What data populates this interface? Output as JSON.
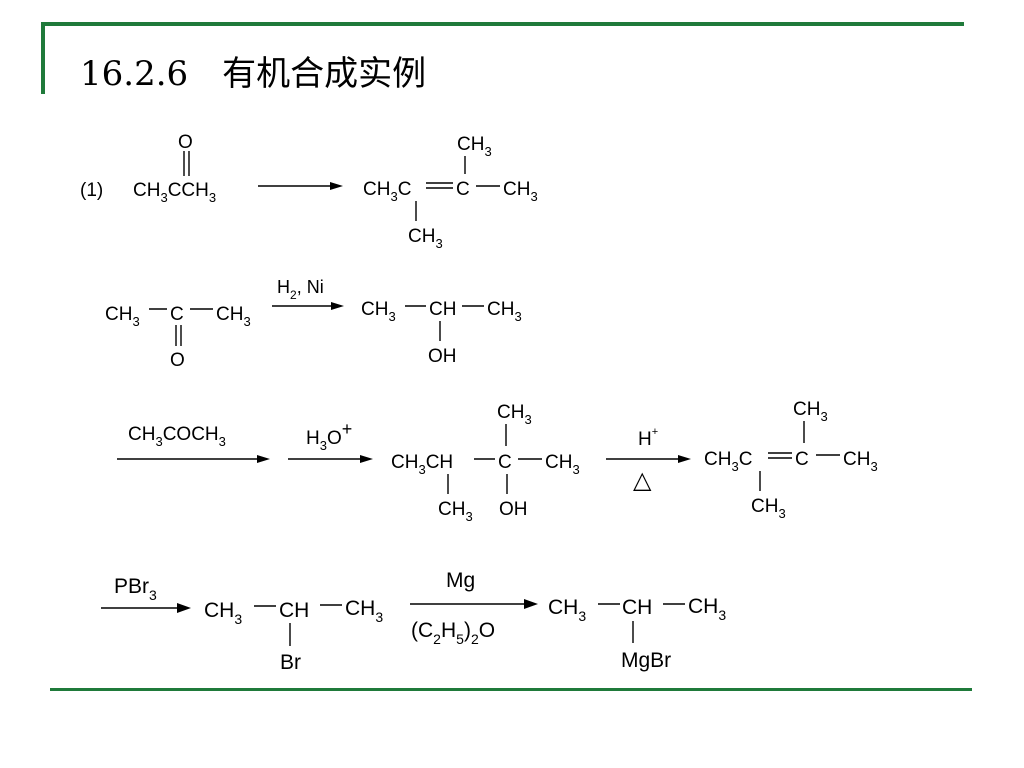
{
  "title": "16.2.6　有机合成实例",
  "scheme": {
    "step1": {
      "number": "(1)",
      "ketone_top_o": "O",
      "ketone": [
        "CH",
        "3",
        "CCH",
        "3"
      ],
      "alkene_top_ch": [
        "CH",
        "3"
      ],
      "alkene_left": [
        "CH",
        "3",
        "C"
      ],
      "alkene_center": "C",
      "alkene_right": [
        "CH",
        "3"
      ],
      "alkene_bottom_ch": [
        "CH",
        "3"
      ]
    },
    "step2": {
      "reagent": [
        "H",
        "2",
        ", Ni"
      ],
      "left_ch3": [
        "CH",
        "3"
      ],
      "carbonyl_c": "C",
      "right_ch3": [
        "CH",
        "3"
      ],
      "bottom_o": "O",
      "p_left": [
        "CH",
        "3"
      ],
      "p_ch": "CH",
      "p_right": [
        "CH",
        "3"
      ],
      "p_oh": "OH"
    },
    "step3": {
      "reagent1": [
        "CH",
        "3",
        "COCH",
        "3"
      ],
      "reagent2": [
        "H",
        "3",
        "O",
        "+"
      ],
      "a_top": [
        "CH",
        "3"
      ],
      "a_left": [
        "CH",
        "3",
        "CH"
      ],
      "a_center": "C",
      "a_right": [
        "CH",
        "3"
      ],
      "a_bottom_ch": [
        "CH",
        "3"
      ],
      "a_oh": "OH",
      "reagent3": [
        "H",
        "+"
      ],
      "heat_symbol": "△",
      "b_top": [
        "CH",
        "3"
      ],
      "b_left": [
        "CH",
        "3",
        "C"
      ],
      "b_center": "C",
      "b_right": [
        "CH",
        "3"
      ],
      "b_bottom": [
        "CH",
        "3"
      ]
    },
    "step4": {
      "reagent1": [
        "PBr",
        "3"
      ],
      "c_left": [
        "CH",
        "3"
      ],
      "c_ch": "CH",
      "c_right": [
        "CH",
        "3"
      ],
      "c_br": "Br",
      "reagent_top": "Mg",
      "reagent_bottom": [
        "(C",
        "2",
        "H",
        "5",
        ")",
        "2",
        "O"
      ],
      "d_left": [
        "CH",
        "3"
      ],
      "d_ch": "CH",
      "d_right": [
        "CH",
        "3"
      ],
      "d_mgbr": "MgBr"
    }
  }
}
